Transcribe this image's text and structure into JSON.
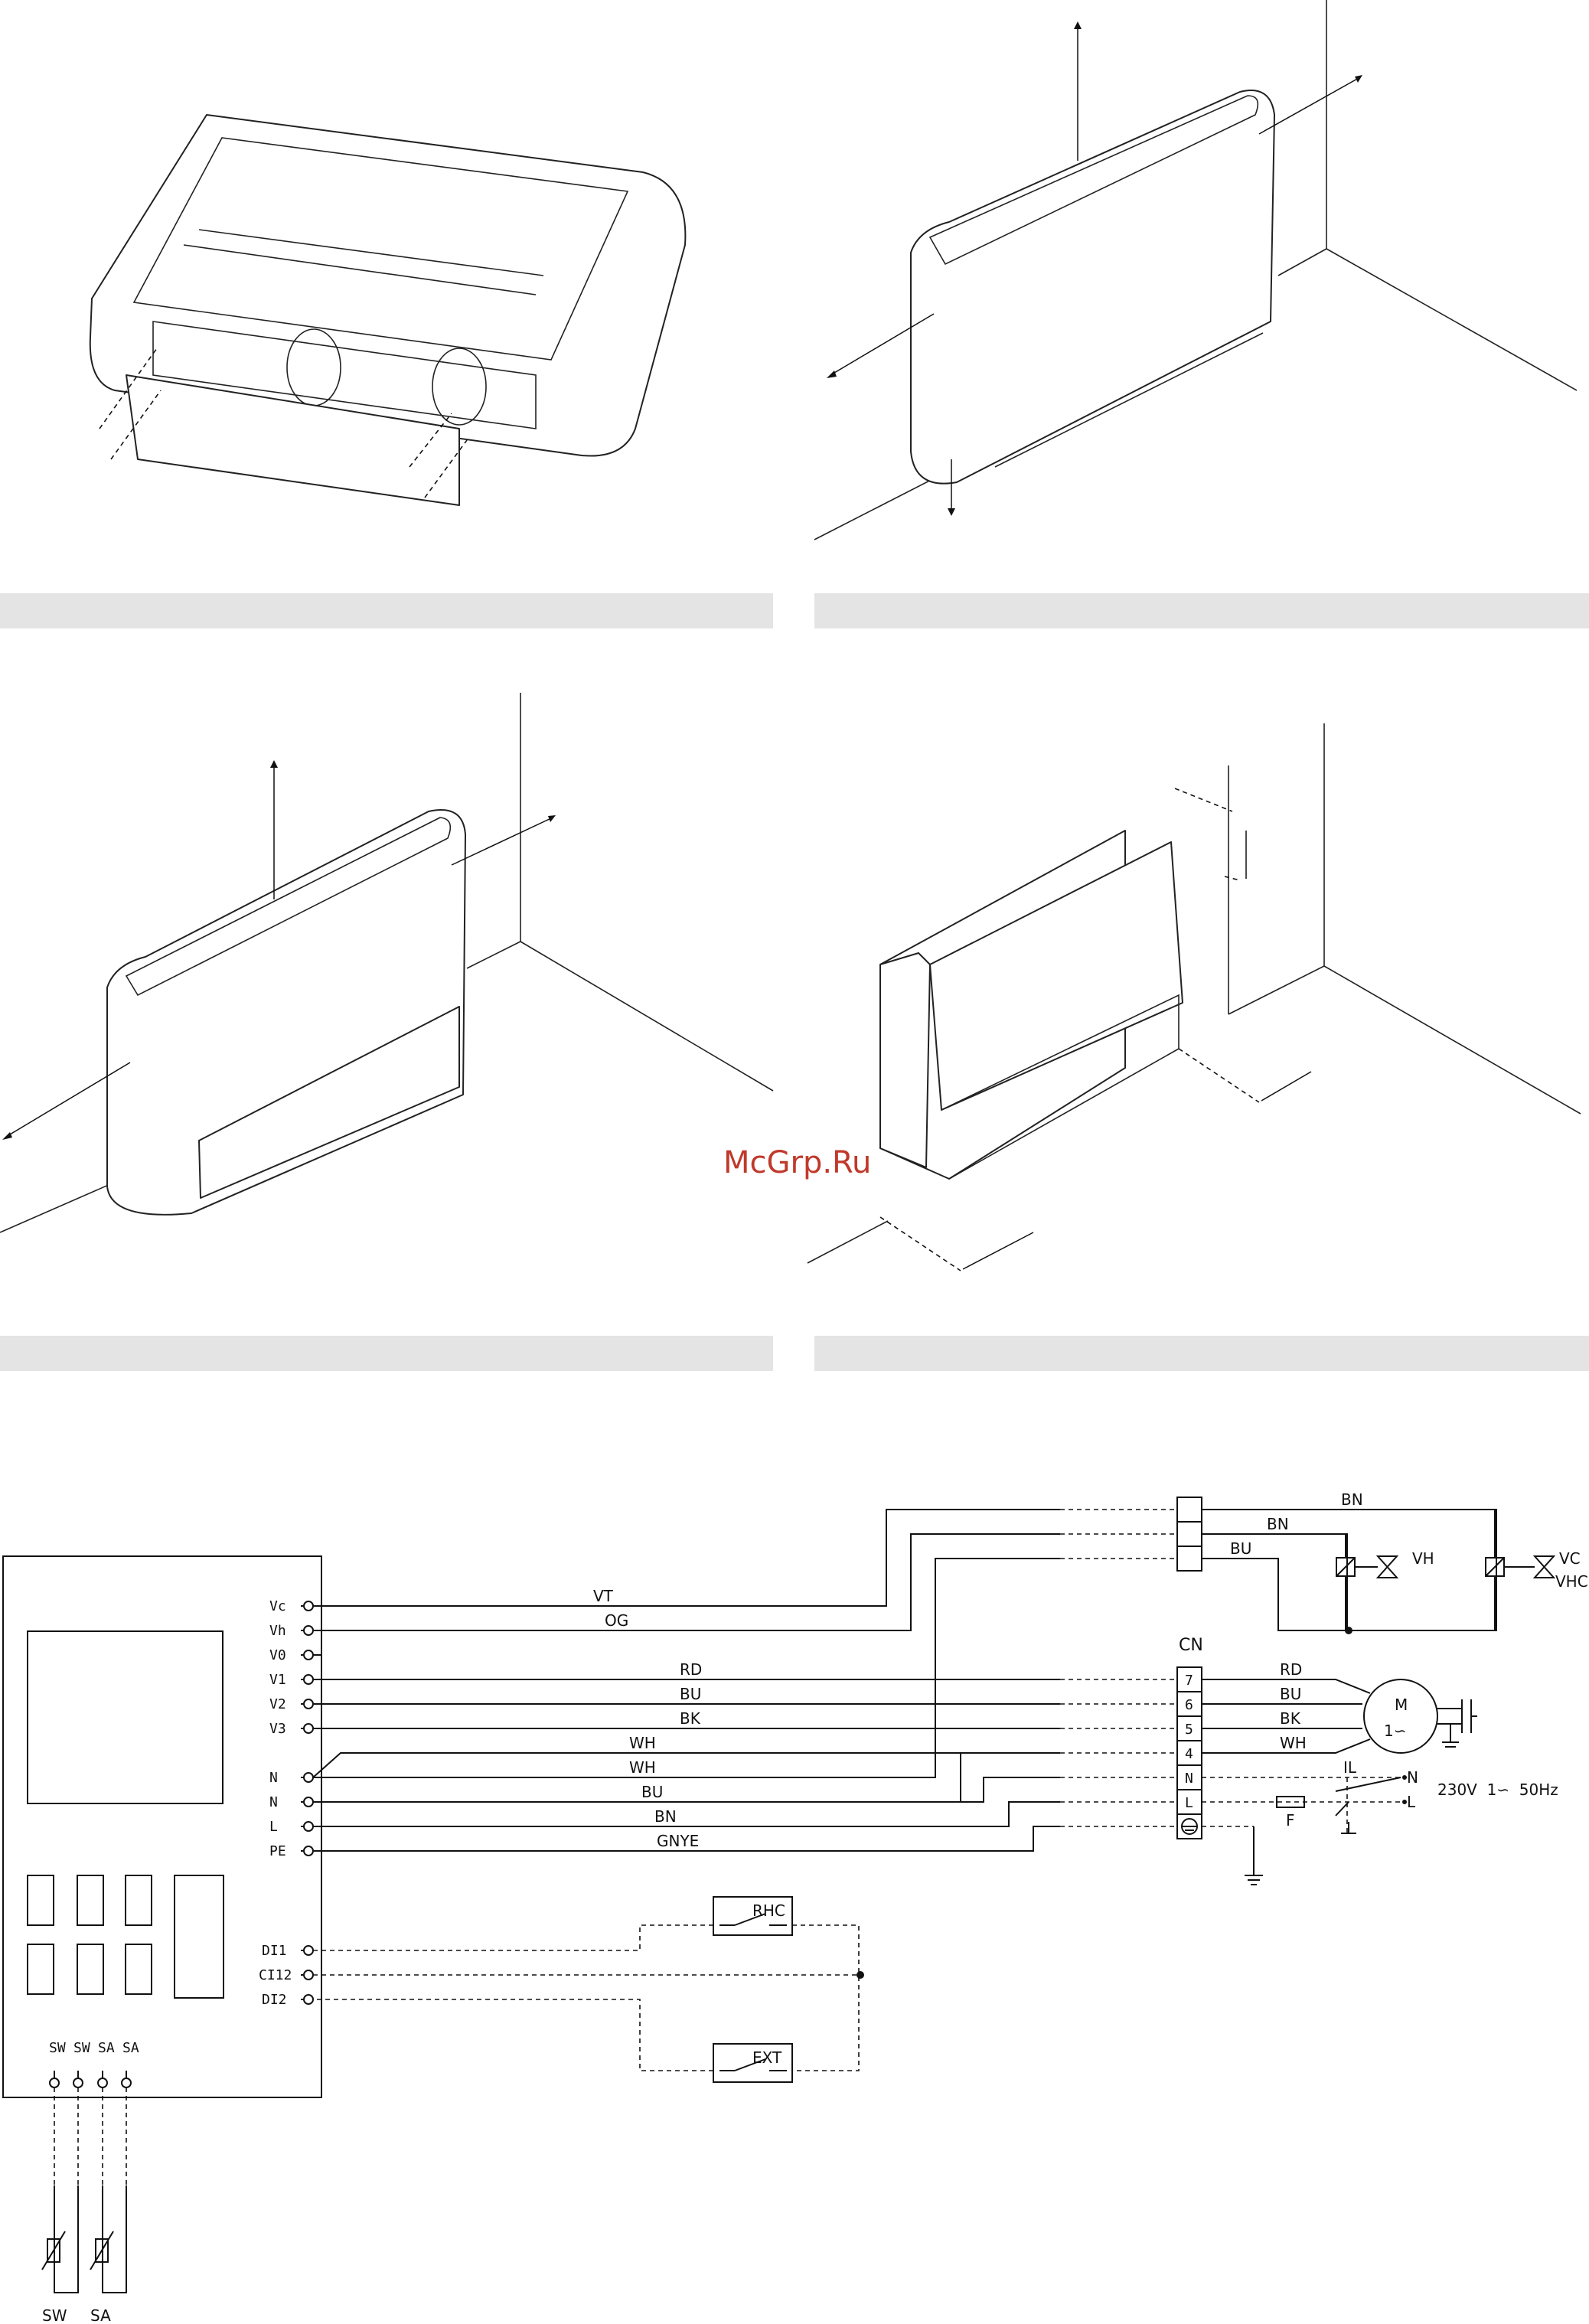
{
  "watermark": "McGrp.Ru",
  "controller": {
    "left_terminals": [
      "Vc",
      "Vh",
      "V0",
      "V1",
      "V2",
      "V3",
      "N",
      "N",
      "L",
      "PE",
      "DI1",
      "CI12",
      "DI2"
    ],
    "sensor_terminals": [
      "SW",
      "SW",
      "SA",
      "SA"
    ],
    "sensor_labels": [
      "SW",
      "SA"
    ]
  },
  "wires": {
    "VT": "VT",
    "OG": "OG",
    "RD": "RD",
    "BU": "BU",
    "BK": "BK",
    "WH1": "WH",
    "WH2": "WH",
    "BU2": "BU",
    "BN": "BN",
    "GNYE": "GNYE"
  },
  "top_block": {
    "BN": "BN",
    "BN2": "BN",
    "BU": "BU",
    "VH": "VH",
    "VC": "VC",
    "VHC": "VHC"
  },
  "connector": {
    "title": "CN",
    "pins": [
      "7",
      "6",
      "5",
      "4",
      "N",
      "L"
    ],
    "right_wires": [
      "RD",
      "BU",
      "BK",
      "WH"
    ]
  },
  "motor": {
    "label": "M",
    "phase": "1∽"
  },
  "supply": {
    "IL": "IL",
    "N": "N",
    "L": "L",
    "F": "F",
    "spec": "230V  1∽  50Hz"
  },
  "switches": {
    "RHC": "RHC",
    "EXT": "EXT"
  }
}
